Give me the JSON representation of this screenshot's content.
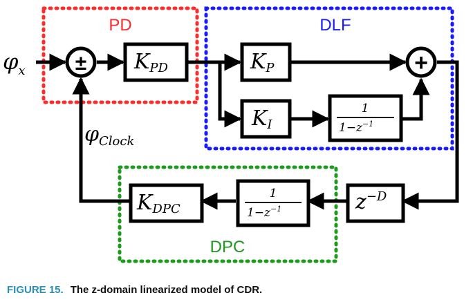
{
  "colors": {
    "pd": "#ff2a2a",
    "dlf": "#1a1aff",
    "dpc": "#1e9a1e",
    "caption_label": "#2a8fb3"
  },
  "regions": {
    "pd": "PD",
    "dlf": "DLF",
    "dpc": "DPC"
  },
  "signals": {
    "input": "φ",
    "input_sub": "x",
    "feedback": "φ",
    "feedback_sub": "Clock"
  },
  "blocks": {
    "kpd": {
      "main": "K",
      "sub": "PD"
    },
    "kp": {
      "main": "K",
      "sub": "P"
    },
    "ki": {
      "main": "K",
      "sub": "I"
    },
    "int_dlf": {
      "num": "1",
      "den": "1−z",
      "den_exp": "−1"
    },
    "delay": {
      "main": "z",
      "exp": "−D"
    },
    "int_dpc": {
      "num": "1",
      "den": "1−z",
      "den_exp": "−1"
    },
    "kdpc": {
      "main": "K",
      "sub": "DPC"
    }
  },
  "junctions": {
    "subtractor": "±",
    "adder": "+"
  },
  "caption": {
    "label": "FIGURE 15.",
    "text": "The z-domain linearized model of CDR."
  }
}
